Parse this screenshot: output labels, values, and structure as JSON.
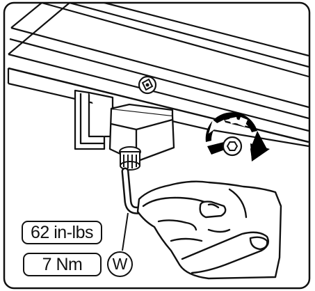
{
  "torque_spec": {
    "imperial": "62 in-lbs",
    "metric": "7 Nm"
  },
  "tool_callout": {
    "letter": "W",
    "tool_name": "hex-key"
  },
  "rotation_indicator": {
    "direction": "clockwise",
    "color": "#000000"
  },
  "illustration": {
    "subject": "tightening hex bolt under rail with hex key",
    "line_color": "#111111",
    "background_color": "#ffffff"
  }
}
